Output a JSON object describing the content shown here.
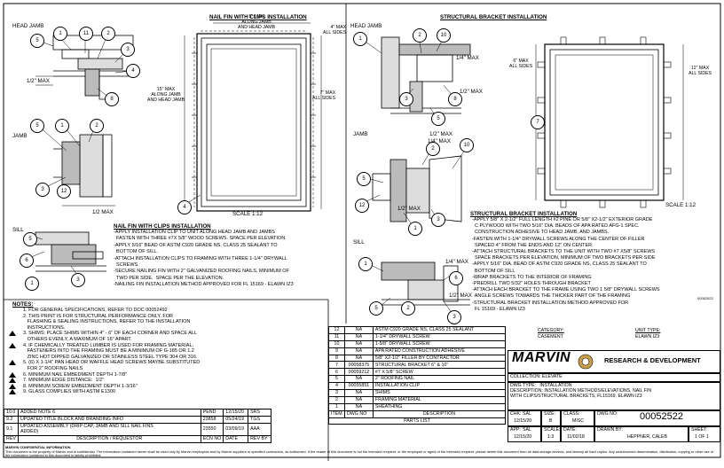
{
  "views": {
    "nail_fin_install": {
      "title": "NAIL FIN WITH CLIPS INSTALLATION",
      "scale": "SCALE 1:12",
      "dims": {
        "head_top": "5\" MAX\nALONG JAMB\nAND HEAD JAMB",
        "all_sides": "4\" MAX\nALL SIDES",
        "mid": "15\" MAX\nALONG JAMB\nAND HEAD JAMB",
        "right": "7\" MAX\nALL SIDES"
      }
    },
    "structural_bracket_install": {
      "title": "STRUCTURAL BRACKET INSTALLATION",
      "scale": "SCALE 1:12",
      "dims": {
        "left": "6\" MAX\nALL SIDES",
        "right": "12\" MAX\nALL SIDES"
      }
    },
    "head_jamb_left": {
      "label": "HEAD JAMB",
      "dim": "1/2\" MAX"
    },
    "jamb_left": {
      "label": "JAMB",
      "dim": "1/2 MAX"
    },
    "sill_left": {
      "label": "SILL"
    },
    "head_jamb_right": {
      "label": "HEAD JAMB",
      "dim1": "1/4\" MAX",
      "dim2": "1/2\" MAX"
    },
    "jamb_right": {
      "label": "JAMB",
      "dim1": "1/2\" MAX",
      "dim2": "1/4\" MAX",
      "dim3": "1/2\" MAX"
    },
    "sill_right": {
      "label": "SILL",
      "dim1": "1/4\" MAX",
      "dim2": "1/2\" MAX"
    }
  },
  "balloons": {
    "hj_left": [
      "5",
      "1",
      "11",
      "2",
      "3",
      "4",
      "8"
    ],
    "jamb_left": [
      "5",
      "1",
      "2",
      "3",
      "12"
    ],
    "sill_left": [
      "5",
      "6",
      "3",
      "1"
    ],
    "nail_fin_view": [
      "4"
    ],
    "hj_right": [
      "1",
      "2",
      "10",
      "3",
      "8",
      "5"
    ],
    "jamb_right": [
      "5",
      "12",
      "1",
      "2",
      "10",
      "3"
    ],
    "sill_right": [
      "1",
      "5",
      "6",
      "2",
      "3"
    ],
    "bracket_view": [
      "7"
    ],
    "left_sill_bottom": [
      "5"
    ]
  },
  "notes_nail_fin": {
    "title": "NAIL FIN WITH CLIPS INSTALLATION",
    "lines": [
      "-APPLY INSTALLATION CLIP TO UNIT ALONG HEAD JAMB AND JAMBS",
      "  FASTEN WITH THREE #7X 5/8\" WOOD SCREWS. SPACE PER ELEVATION.",
      "-APPLY 5/16\" BEAD OF ASTM C920 GRADE NS, CLASS 25 SEALANT TO",
      "  BOTTOM OF SILL.",
      "-ATTACH INSTALLATION CLIPS TO FRAMING WITH THREE 1-1/4\" DRYWALL",
      "  SCREWS.",
      "-SECURE NAILING FIN WITH 2\" GALVANIZED ROOFING NAILS, MINIMUM OF",
      "  TWO PER SIDE.  SPACE PER THE ELEVATION.",
      "-NAILING FIN INSTALLATION METHOD APPROVED FOR FL 15169 - ELAWN IZ3"
    ]
  },
  "notes_bracket": {
    "title": "STRUCTURAL BRACKET INSTALLATION",
    "lines": [
      "-APPLY 5/8\" X 2-1/2\" FULL LENGTH #2 PINE OR 5/8\" X2-1/2\" EXTERIOR GRADE",
      "  C PLYWOOD WITH TWO 5/16\" DIA. BEADS OF APA RATED AFG-1 SPEC.",
      "  CONSTRUCTION ADHESIVE TO HEAD JAMB, AND JAMBS.",
      "-FASTEN WITH 1-1/4\" DRYWALL SCREWS ALONG THE CENTER OF FILLER",
      "  SPACED 4\" FROM THE ENDS AND 12\" ON CENTER.",
      "-ATTACH STRUCTURAL BRACKETS TO THE UNIT WITH TWO #7 X5/8\" SCREWS",
      "  SPACE BRACKETS PER ELEVATION, MINIMUM OF TWO BRACKETS PER SIDE",
      "-APPLY 5/16\" DIA. BEAD OF ASTM C920 GRADE NS, CLASS 25 SEALANT TO",
      "  BOTTOM OF SILL",
      "-WRAP BRACKETS TO THE INTERIOR OF FRAMING",
      "-PREDRILL TWO 5/32\" HOLES THROUGH BRACKET",
      "-ATTACH EACH BRACKET TO THE FRAME USING TWO 1 5/8\" DRYWALL SCREWS",
      "  ANGLE SCREWS TOWARDS THE THICKER PART OF THE FRAMING",
      "-STRUCTURAL BRACKET INSTALLATION METHOD APPROVED FOR",
      "  FL 15169 - ELAWN IZ3"
    ]
  },
  "general_notes": {
    "title": "NOTES:",
    "items": [
      {
        "n": "1.",
        "tri": false,
        "text": "FOR GENERAL SPECIFICATIONS, REFER TO DOC 00052492"
      },
      {
        "n": "2.",
        "tri": false,
        "text": "THIS PRINT IS FOR STRUCTURAL PERFORMANCE ONLY. FOR\n   FLASHING & SEALING INSTRUCTIONS, REFER TO THE INSTALLATION\n   INSTRUCTIONS."
      },
      {
        "n": "3.",
        "tri": true,
        "text": "SHIMS: PLACE SHIMS WITHIN 4\" - 6\" OF EACH CORNER AND SPACE ALL\n   OTHERS EVENLY, A MAXIMUM OF 16\" APART."
      },
      {
        "n": "4.",
        "tri": true,
        "text": "IF CHEMICALLY TREATED LUMBER IS USED FOR FRAMING MATERIAL,\n   FASTENERS INTO THE FRAMING MUST BE A MINIMUM OF G-185 OR 1.2\n   ZINC HOT DIPPED GALVANIZED OR STAINLESS STEEL TYPE 304 OR 316."
      },
      {
        "n": "5.",
        "tri": true,
        "text": "(6) X 1-1/4\" PAN HEAD OR WAFFLE HEAD SCREWS MAYBE SUBSTITUTED\n   FOR 2\" ROOFING NAILS"
      },
      {
        "n": "6.",
        "tri": true,
        "text": "MINIMUM NAIL EMBEDMENT DEPTH 1-7/8\""
      },
      {
        "n": "7.",
        "tri": true,
        "text": "MINIMUM EDGE DISTANCE:  1/2\""
      },
      {
        "n": "8.",
        "tri": true,
        "text": "MINIMUM SCREW EMBEDMENT DEPTH 1-3/16\""
      },
      {
        "n": "9.",
        "tri": true,
        "text": "GLASS COMPLIES WITH ASTM E1300"
      }
    ]
  },
  "revisions": {
    "rows": [
      {
        "rev": "10.0",
        "desc": "ADDED NOTE 6",
        "ecn": "PEND",
        "date": "12/15/20",
        "rby": "SRS"
      },
      {
        "rev": "9.2",
        "desc": "UPDATED TITLE BLOCK AND BRANDING INFO",
        "ecn": "23858",
        "date": "05/24/19",
        "rby": "TGS"
      },
      {
        "rev": "9.1",
        "desc": "UPDATED ASSEMBLY (DRIP CAP, JAMB AND SILL NAIL FINS\nADDED)",
        "ecn": "23550",
        "date": "03/09/19",
        "rby": "AAA"
      }
    ],
    "header": {
      "rev": "REV",
      "desc": "DESCRIPTION / REQUESTOR",
      "ecn": "ECN NO",
      "date": "DATE",
      "rby": "REV BY"
    }
  },
  "parts_list": {
    "title": "PARTS LIST",
    "header": {
      "item": "ITEM",
      "dwg": "DWG NO",
      "desc": "DESCRIPTION"
    },
    "rows": [
      {
        "item": "12",
        "dwg": "NA",
        "desc": "ASTM C920 GRADE NS, CLASS 25 SEALANT"
      },
      {
        "item": "11",
        "dwg": "NA",
        "desc": "1-1/4\" DRYWALL SCREW"
      },
      {
        "item": "10",
        "dwg": "NA",
        "desc": "1-5/8\" DRYWALL SCREW"
      },
      {
        "item": "9",
        "dwg": "NA",
        "desc": "APA RATED CONSTRUCTION ADHESIVE"
      },
      {
        "item": "8",
        "dwg": "NA",
        "desc": "5/8\" X2-1/2\" FILLER BY CONTRACTOR"
      },
      {
        "item": "7",
        "dwg": "00058375",
        "desc": "STRUCTURAL BRACKET 6\" & 10\""
      },
      {
        "item": "6",
        "dwg": "00059212",
        "desc": "#7 X 5/8\" SCREW"
      },
      {
        "item": "5",
        "dwg": "NA",
        "desc": "2\" ROOFING NAIL"
      },
      {
        "item": "4",
        "dwg": "00055851",
        "desc": "INSTALLATION CLIP"
      },
      {
        "item": "3",
        "dwg": "NA",
        "desc": "SHIMS"
      },
      {
        "item": "2",
        "dwg": "NA",
        "desc": "FRAMING MATERIAL"
      },
      {
        "item": "1",
        "dwg": "NA",
        "desc": "SHEATHING"
      }
    ]
  },
  "title_block": {
    "category_label": "CATEGORY:",
    "category": "CASEMENT",
    "unit_type_label": "UNIT TYPE:",
    "unit_type": "ELAWN IZ3",
    "brand": "MARVIN",
    "dept": "RESEARCH & DEVELOPMENT",
    "collection": "COLLECTION:  ELEVATE",
    "dwg_type": "DWG TYPE:   INSTALLATION",
    "description": "DESCRIPTION: INSTALLATION METHODS/ELEVATIONS, NAIL FIN\nWITH CLIPS/STRUCTURAL BRACKETS, FL15169, ELAWN IZ3",
    "chk_label": "CHK:",
    "chk": "SAL",
    "chk_date": "12/15/20",
    "size_label": "SIZE:",
    "size": "B",
    "class_label": "CLASS:",
    "class": "MISC",
    "dwg_no_label": "DWG NO:",
    "dwg_no": "00052522",
    "app_label": "APP:",
    "app": "SAL",
    "app_date": "12/15/20",
    "scale_label": "SCALE:",
    "scale": "1:3",
    "date_label": "DATE:",
    "date": "11/02/18",
    "drawn_label": "DRAWN BY:",
    "drawn": "HEPPNER, CALEB",
    "sheet_label": "SHEET:",
    "sheet": "1 OF 1",
    "sheet_num": "00052522"
  },
  "footer": {
    "heading": "MARVIN CONFIDENTIAL INFORMATION",
    "text": "This document is the property of Marvin and is confidential. The information contained herein shall be used only by Marvin employees and by Marvin suppliers or specified contractors, as authorized. If the reader of this document is not the intended recipient, or the employee or agent of the intended recipient, please delete this document from all data storage devices, and destroy all hard copies. Any unauthorized dissemination, distribution, copying or other use of the information contained in this document is strictly prohibited."
  }
}
